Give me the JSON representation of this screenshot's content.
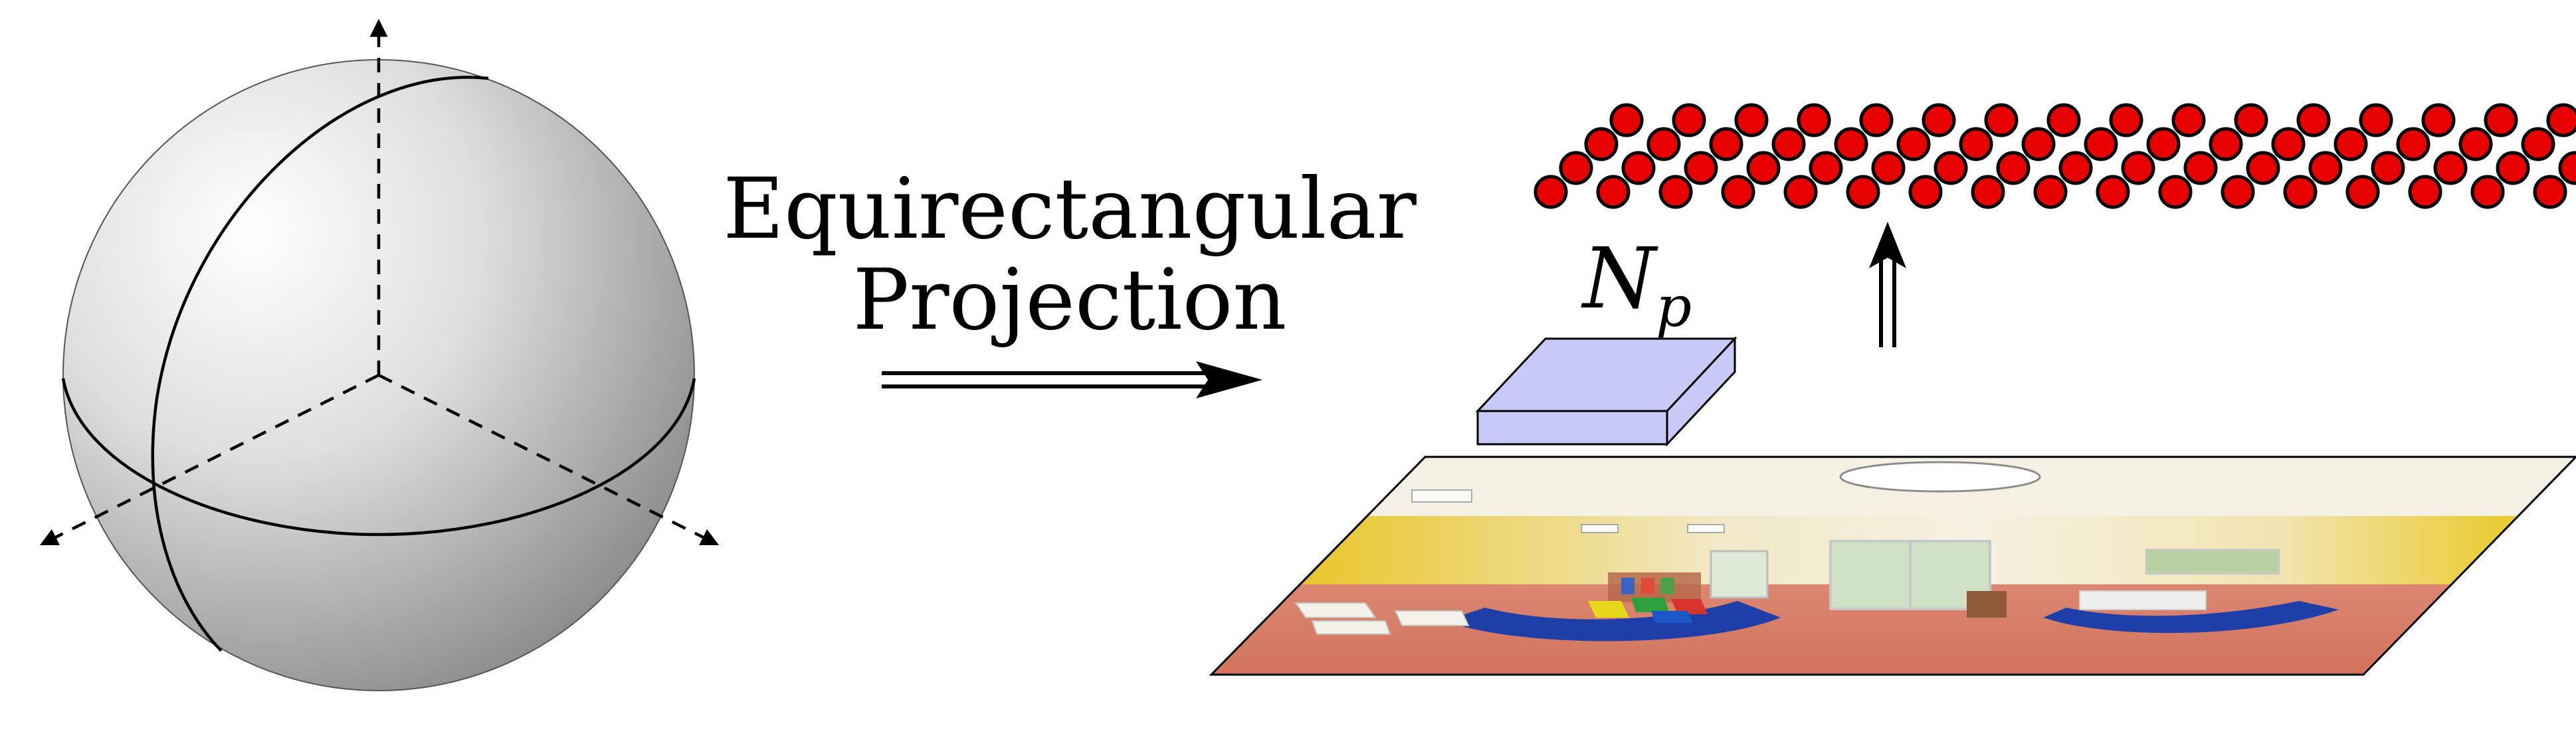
{
  "projection_label": {
    "line1": "Equirectangular",
    "line2": "Projection"
  },
  "patch_label": {
    "main": "N",
    "subscript": "p"
  },
  "colors": {
    "sphere_light": "#ffffff",
    "sphere_dark": "#8a8a8a",
    "patch_fill": "#c9c9f7",
    "token_fill": "#e60000",
    "token_stroke": "#000000",
    "image_floor": "#d2735d",
    "image_wall": "#e9c928",
    "image_ceiling": "#f4f0e4",
    "image_mat": "#1f3fa8"
  },
  "token_grid": {
    "rows": 4,
    "columns": 17
  },
  "icons": {
    "sphere": "sphere-icon",
    "projection_arrow": "double-arrow-right-icon",
    "up_arrow": "double-arrow-up-icon",
    "patch": "patch-box-icon",
    "panorama": "panorama-image-icon"
  }
}
